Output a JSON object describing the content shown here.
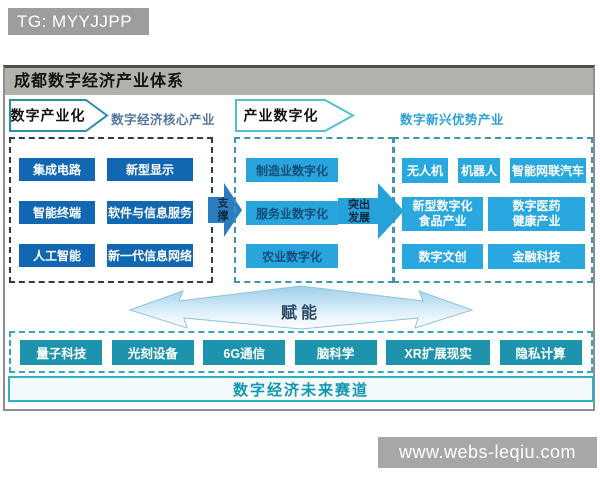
{
  "watermarks": {
    "top": "TG: MYYJJPP",
    "bottom": "www.webs-leqiu.com"
  },
  "panel": {
    "title": "成都数字经济产业体系",
    "headers": {
      "left_tab": "数字产业化",
      "left_caption": "数字经济核心产业",
      "right_tab": "产业数字化",
      "right_caption": "数字新兴优势产业"
    },
    "core_industries": [
      "集成电路",
      "新型显示",
      "智能终端",
      "软件与信息服务",
      "人工智能",
      "新一代信息网络"
    ],
    "support_arrow_label": "支撑",
    "industry_digitalization": [
      "制造业数字化",
      "服务业数字化",
      "农业数字化"
    ],
    "develop_arrow_label": "突出\n发展",
    "emerging_industries": {
      "row1": [
        "无人机",
        "机器人",
        "智能网联汽车"
      ],
      "row2": [
        "新型数字化\n食品产业",
        "数字医药\n健康产业"
      ],
      "row3": [
        "数字文创",
        "金融科技"
      ]
    },
    "empower_label": "赋能",
    "future_tracks": [
      "量子科技",
      "光刻设备",
      "6G通信",
      "脑科学",
      "XR扩展现实",
      "隐私计算"
    ],
    "future_bar": "数字经济未来赛道"
  },
  "colors": {
    "deep_blue": "#1167b1",
    "cyan_blue": "#29a8e0",
    "teal": "#1d93ad",
    "support_arrow_blue": "#2b7dc0",
    "develop_arrow_blue": "#26a2da",
    "caption_blue": "#2aa0d6",
    "future_bar_teal": "#1496b2",
    "title_bar_gray": "#b2b2ad",
    "badge_gray": "#9d9d9d"
  }
}
